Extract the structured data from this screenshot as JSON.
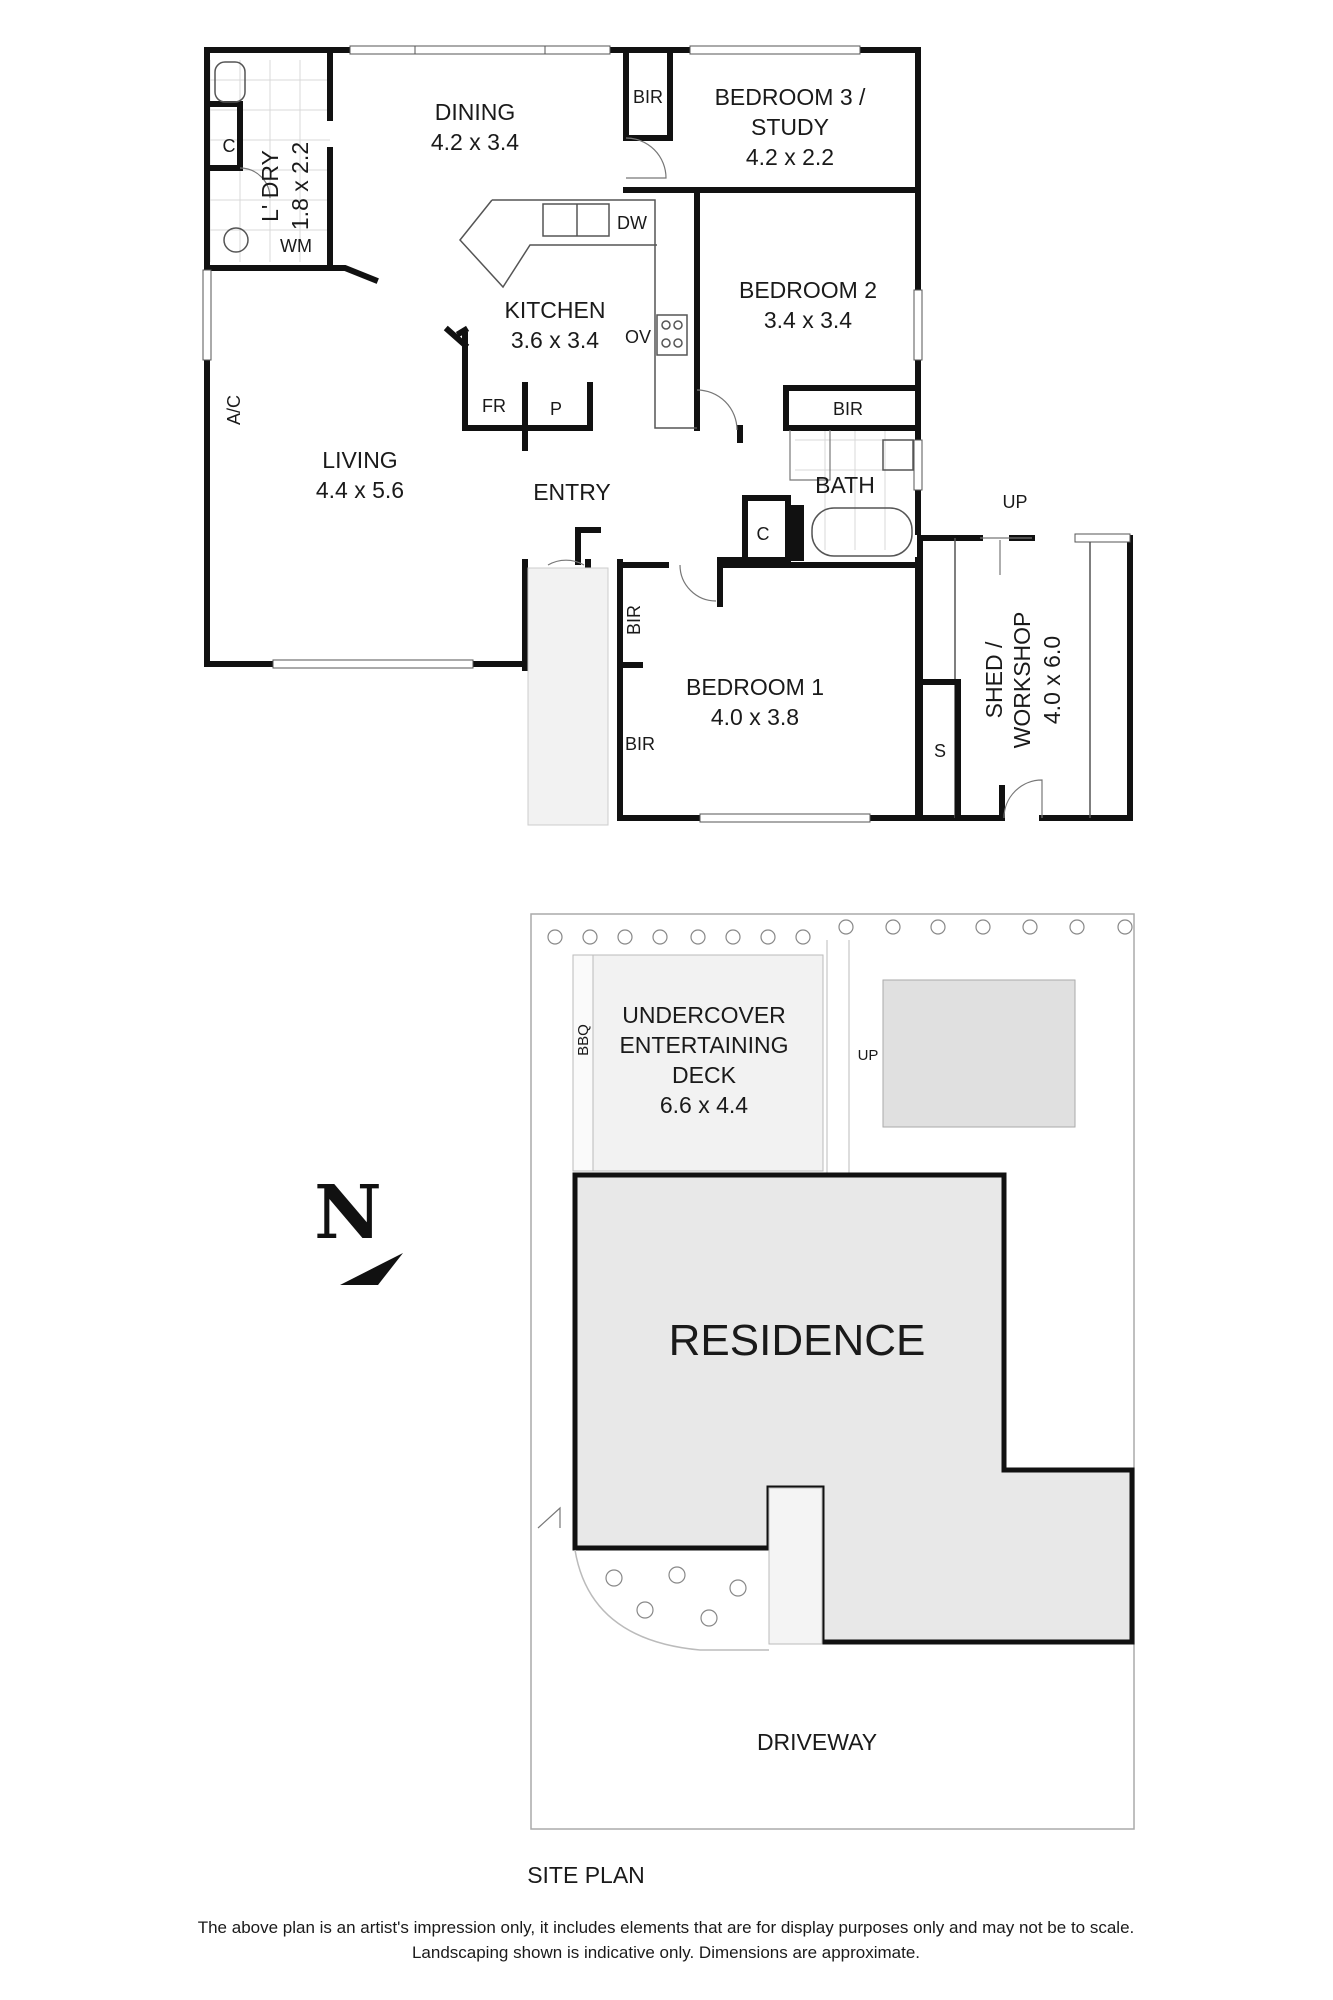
{
  "rooms": {
    "dining": {
      "name": "DINING",
      "dims": "4.2 x 3.4"
    },
    "bedroom3": {
      "name_line1": "BEDROOM 3 /",
      "name_line2": "STUDY",
      "dims": "4.2 x 2.2"
    },
    "laundry": {
      "name": "L' DRY",
      "dims": "1.8 x 2.2"
    },
    "kitchen": {
      "name": "KITCHEN",
      "dims": "3.6 x 3.4"
    },
    "bedroom2": {
      "name": "BEDROOM 2",
      "dims": "3.4 x 3.4"
    },
    "living": {
      "name": "LIVING",
      "dims": "4.4 x 5.6"
    },
    "entry": {
      "name": "ENTRY"
    },
    "bath": {
      "name": "BATH"
    },
    "bedroom1": {
      "name": "BEDROOM 1",
      "dims": "4.0 x 3.8"
    },
    "shed": {
      "name_line1": "SHED /",
      "name_line2": "WORKSHOP",
      "dims": "4.0 x 6.0"
    }
  },
  "fixtures": {
    "bir": "BIR",
    "c": "C",
    "wm": "WM",
    "dw": "DW",
    "ov": "OV",
    "fr": "FR",
    "p": "P",
    "ac": "A/C",
    "s": "S",
    "up": "UP",
    "bbq": "BBQ"
  },
  "site": {
    "deck_line1": "UNDERCOVER",
    "deck_line2": "ENTERTAINING",
    "deck_line3": "DECK",
    "deck_dims": "6.6 x 4.4",
    "residence": "RESIDENCE",
    "driveway": "DRIVEWAY",
    "title": "SITE PLAN",
    "north": "N"
  },
  "disclaimer": {
    "line1": "The above plan is an artist's impression only, it includes elements that are for display purposes only and may not be to scale.",
    "line2": "Landscaping shown is indicative only. Dimensions are approximate."
  }
}
